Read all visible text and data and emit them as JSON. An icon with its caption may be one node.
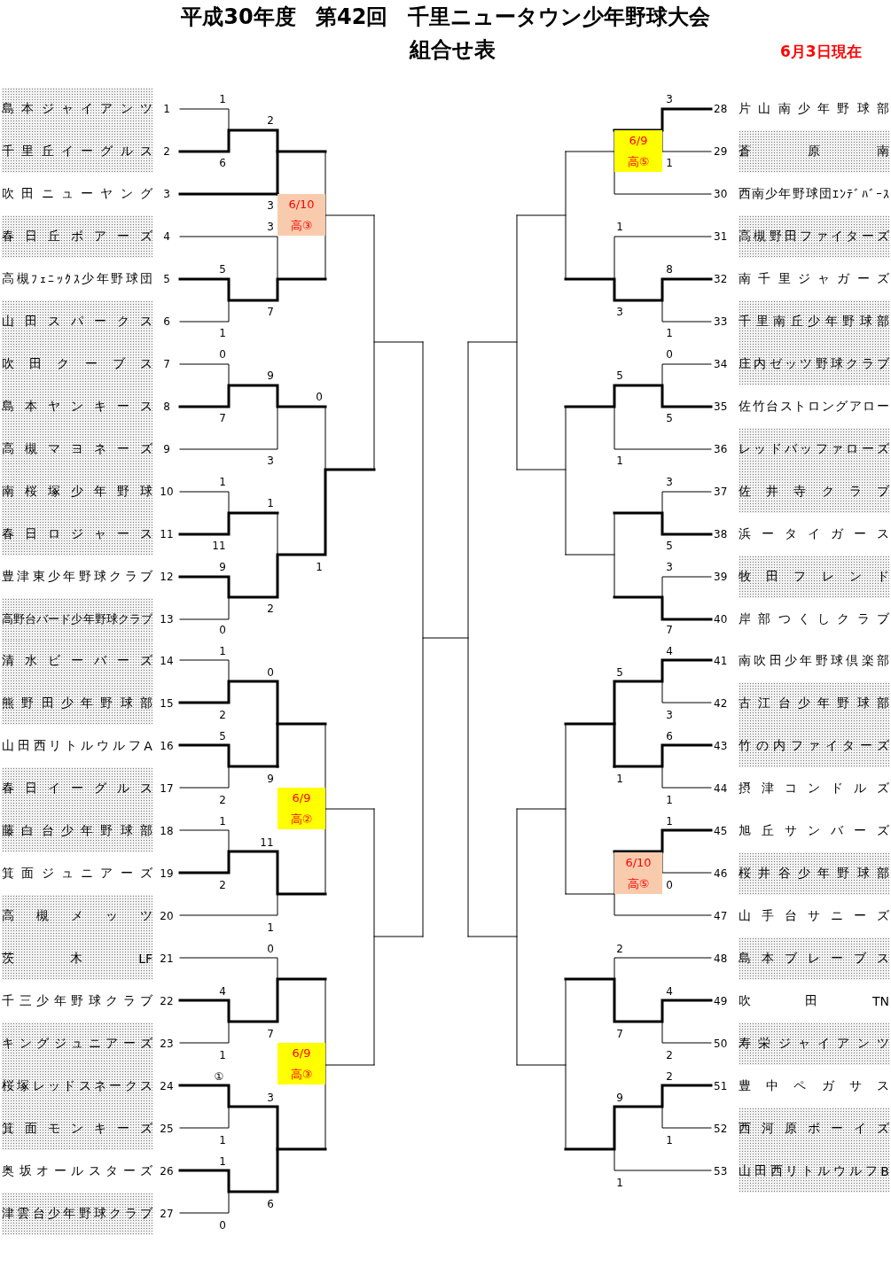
{
  "diagram": {
    "title": "平成30年度 第42回 千里ニュータウン少年野球大会",
    "nodes": [
      {
        "text": [
          "島本ジャイアンツ"
        ],
        "beside": [
          "1"
        ]
      },
      {
        "text": [
          "千里丘イーグルス"
        ],
        "beside": [
          "2"
        ]
      },
      {
        "text": [
          "吹田ニューヤング"
        ],
        "beside": [
          "3"
        ]
      },
      {
        "text": [
          "春日丘ボアーズ"
        ],
        "beside": [
          "4"
        ]
      },
      {
        "text": [
          "高槻ﾌｪﾆｯｸｽ少年野球団"
        ],
        "beside": [
          "5"
        ]
      },
      {
        "text": [
          "山田スパークス"
        ],
        "beside": [
          "6"
        ]
      },
      {
        "text": [
          "吹田クーブス"
        ],
        "beside": [
          "7"
        ]
      },
      {
        "text": [
          "島本ヤンキース"
        ],
        "beside": [
          "8"
        ]
      },
      {
        "text": [
          "高槻マヨネーズ"
        ],
        "beside": [
          "9"
        ]
      },
      {
        "text": [
          "南桜塚少年野球"
        ],
        "beside": [
          "10"
        ]
      },
      {
        "text": [
          "春日ロジャース"
        ],
        "beside": [
          "11"
        ]
      },
      {
        "text": [
          "豊津東少年野球クラブ"
        ],
        "beside": [
          "12"
        ]
      },
      {
        "text": [
          "高野台バード少年野球クラブ"
        ],
        "beside": [
          "13"
        ]
      },
      {
        "text": [
          "清水ビーバーズ"
        ],
        "beside": [
          "14"
        ]
      },
      {
        "text": [
          "熊野田少年野球部"
        ],
        "beside": [
          "15"
        ]
      },
      {
        "text": [
          "山田西リトルウルフA"
        ],
        "beside": [
          "16"
        ]
      },
      {
        "text": [
          "春日イーグルス"
        ],
        "beside": [
          "17"
        ]
      },
      {
        "text": [
          "藤白台少年野球部"
        ],
        "beside": [
          "18"
        ]
      },
      {
        "text": [
          "箕面ジュニアーズ"
        ],
        "beside": [
          "19"
        ]
      },
      {
        "text": [
          "高槻メッツ"
        ],
        "beside": [
          "20"
        ]
      },
      {
        "text": [
          "茨木 LF"
        ],
        "beside": [
          "21"
        ]
      },
      {
        "text": [
          "千三少年野球クラブ"
        ],
        "beside": [
          "22"
        ]
      },
      {
        "text": [
          "キングジュニアーズ"
        ],
        "beside": [
          "23"
        ]
      },
      {
        "text": [
          "桜塚レッドスネークス"
        ],
        "beside": [
          "24"
        ]
      },
      {
        "text": [
          "箕面モンキーズ"
        ],
        "beside": [
          "25"
        ]
      },
      {
        "text": [
          "奥坂オールスターズ"
        ],
        "beside": [
          "26"
        ]
      },
      {
        "text": [
          "津雲台少年野球クラブ"
        ],
        "beside": [
          "27"
        ]
      },
      {
        "text": [
          "片山南少年野球部"
        ],
        "beside": [
          "28"
        ]
      },
      {
        "text": [
          "蒼原南"
        ],
        "beside": [
          "29"
        ]
      },
      {
        "text": [
          "西南少年野球団ｴﾝﾃﾞﾊﾞｰｽ"
        ],
        "beside": [
          "30"
        ]
      },
      {
        "text": [
          "高槻野田ファイターズ"
        ],
        "beside": [
          "31"
        ]
      },
      {
        "text": [
          "南千里ジャガーズ"
        ],
        "beside": [
          "32"
        ]
      },
      {
        "text": [
          "千里南丘少年野球部"
        ],
        "beside": [
          "33"
        ]
      },
      {
        "text": [
          "庄内ゼッツ野球クラブ"
        ],
        "beside": [
          "34"
        ]
      },
      {
        "text": [
          "佐竹台ストロングアロー"
        ],
        "beside": [
          "35"
        ]
      },
      {
        "text": [
          "レッドバッファローズ"
        ],
        "beside": [
          "36"
        ]
      },
      {
        "text": [
          "佐井寺クラブ"
        ],
        "beside": [
          "37"
        ]
      },
      {
        "text": [
          "浜ータイガース"
        ],
        "beside": [
          "38"
        ]
      },
      {
        "text": [
          "牧田フレンド"
        ],
        "beside": [
          "39"
        ]
      },
      {
        "text": [
          "岸部つくしクラブ"
        ],
        "beside": [
          "40"
        ]
      },
      {
        "text": [
          "南吹田少年野球倶楽部"
        ],
        "beside": [
          "41"
        ]
      },
      {
        "text": [
          "古江台少年野球部"
        ],
        "beside": [
          "42"
        ]
      },
      {
        "text": [
          "竹の内ファイターズ"
        ],
        "beside": [
          "43"
        ]
      },
      {
        "text": [
          "摂津コンドルズ"
        ],
        "beside": [
          "44"
        ]
      },
      {
        "text": [
          "旭丘サンバーズ"
        ],
        "beside": [
          "45"
        ]
      },
      {
        "text": [
          "桜井谷少年野球部"
        ],
        "beside": [
          "46"
        ]
      },
      {
        "text": [
          "山手台サニーズ"
        ],
        "beside": [
          "47"
        ]
      },
      {
        "text": [
          "島本ブレーブス"
        ],
        "beside": [
          "48"
        ]
      },
      {
        "text": [
          "吹田 TN"
        ],
        "beside": [
          "49"
        ]
      },
      {
        "text": [
          "寿栄ジャイアンツ"
        ],
        "beside": [
          "50"
        ]
      },
      {
        "text": [
          "豊中ペガサス"
        ],
        "beside": [
          "51"
        ]
      },
      {
        "text": [
          "西河原ボーイズ"
        ],
        "beside": [
          "52"
        ]
      },
      {
        "text": [
          "山田西リトルウルフB"
        ],
        "beside": [
          "53"
        ]
      },
      {
        "text": [
          "6/10",
          "高③"
        ]
      },
      {
        "text": [
          "6/9",
          "高②"
        ]
      },
      {
        "text": [
          "6/9",
          "高③"
        ]
      },
      {
        "text": [
          "6/9",
          "高⑤"
        ]
      },
      {
        "text": [
          "6/10",
          "高⑤"
        ]
      }
    ],
    "labels": [
      "組合せ表",
      "6月3日現在",
      "1",
      "2",
      "6",
      "3",
      "3",
      "5",
      "7",
      "1",
      "0",
      "9",
      "0",
      "7",
      "3",
      "1",
      "1",
      "11",
      "9",
      "1",
      "2",
      "0",
      "1",
      "0",
      "2",
      "5",
      "9",
      "2",
      "1",
      "11",
      "2",
      "1",
      "0",
      "4",
      "7",
      "1",
      "①",
      "3",
      "1",
      "1",
      "6",
      "0",
      "3",
      "1",
      "1",
      "8",
      "3",
      "1",
      "0",
      "5",
      "5",
      "1",
      "3",
      "5",
      "3",
      "7",
      "4",
      "5",
      "3",
      "6",
      "1",
      "1",
      "1",
      "0",
      "2",
      "4",
      "7",
      "2",
      "2",
      "9",
      "1",
      "1"
    ]
  }
}
